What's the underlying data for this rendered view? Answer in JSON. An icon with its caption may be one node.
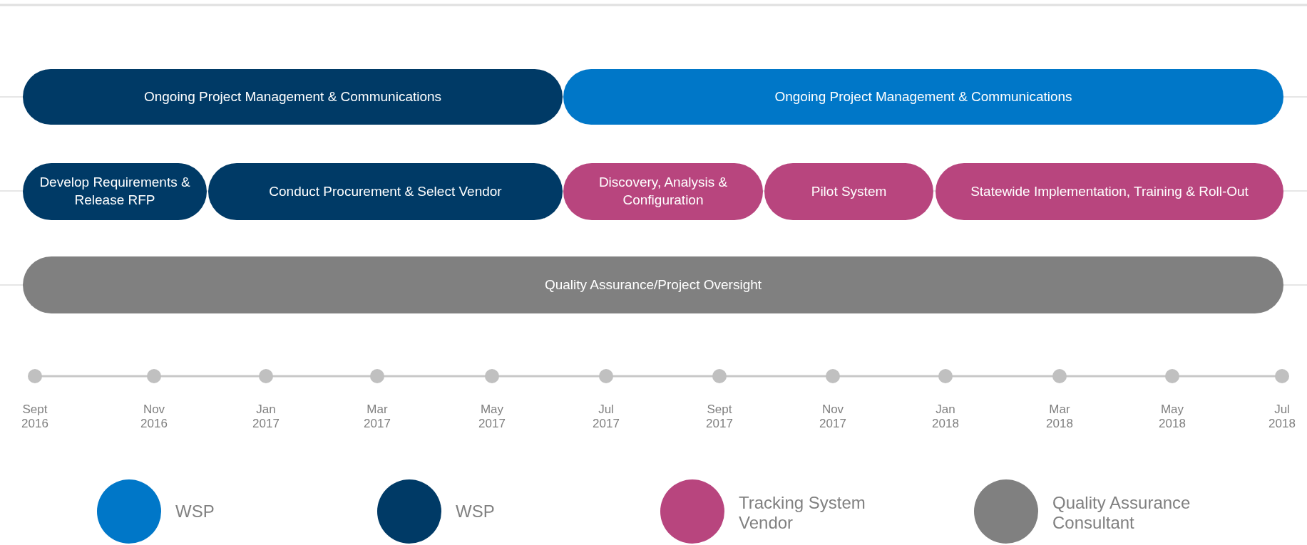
{
  "diagram": {
    "nodes": [
      {
        "text": [
          "Ongoing Project Management & Communications"
        ]
      },
      {
        "text": [
          "Ongoing Project Management & Communications"
        ]
      },
      {
        "text": [
          "Develop Requirements & Release RFP"
        ]
      },
      {
        "text": [
          "Conduct Procurement & Select Vendor"
        ]
      },
      {
        "text": [
          "Discovery, Analysis & Configuration"
        ]
      },
      {
        "text": [
          "Pilot System"
        ]
      },
      {
        "text": [
          "Statewide Implementation, Training & Roll-Out"
        ]
      },
      {
        "text": [
          "Quality Assurance/Project Oversight"
        ]
      }
    ],
    "labels": [
      "Sept 2016",
      "Nov 2016",
      "Jan 2017",
      "Mar 2017",
      "May 2017",
      "Jul 2017",
      "Sept 2017",
      "Nov 2017",
      "Jan 2018",
      "Mar 2018",
      "May 2018",
      "Jul 2018"
    ],
    "legend": [
      {
        "text": "WSP",
        "color": "#0077c8"
      },
      {
        "text": "WSP",
        "color": "#003a66"
      },
      {
        "text": "Tracking System Vendor",
        "color": "#b8457e"
      },
      {
        "text": "Quality Assurance Consultant",
        "color": "#808080"
      }
    ]
  }
}
